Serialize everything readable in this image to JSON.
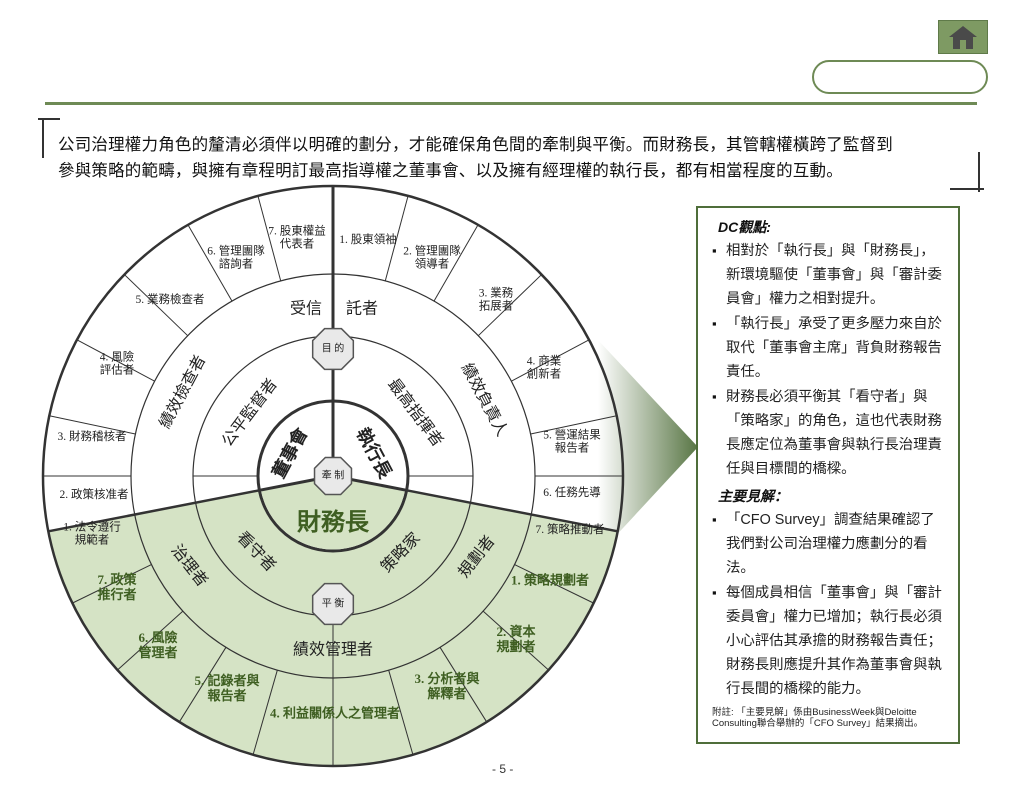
{
  "intro": {
    "line1": "公司治理權力角色的釐清必須伴以明確的劃分，才能確保角色間的牽制與平衡。而財務長，其管轄權橫跨了監督到",
    "line2": "參與策略的範疇，與擁有章程明訂最高指導權之董事會、以及擁有經理權的執行長，都有相當程度的互動。"
  },
  "diagram": {
    "inner": {
      "board": "董事會",
      "ceo": "執行長",
      "cfo": "財務長",
      "center_label": "牽 制"
    },
    "hubs": {
      "top": "目 的",
      "bottom": "平 衡"
    },
    "middle_ring": {
      "fair_supervisor": "公平監督者",
      "top_guide": "最高指揮者",
      "trustee_left": "受信",
      "trustee_right": "託者"
    },
    "outer_ring": {
      "perf_checker": "績效檢查者",
      "perf_owner": "績效負責人",
      "governor": "治理者",
      "gatekeeper": "看守者",
      "strategist": "策略家",
      "planner": "規劃者",
      "perf_manager": "績效管理者"
    },
    "left_roles": [
      "7. 股東權益\n代表者",
      "6. 管理團隊\n諮詢者",
      "5. 業務檢查者",
      "4. 風險\n評估者",
      "3. 財務稽核者",
      "2. 政策核准者",
      "1. 法令遵行\n規範者"
    ],
    "right_roles": [
      "1. 股東領袖",
      "2. 管理團隊\n領導者",
      "3. 業務\n拓展者",
      "4. 商業\n創新者",
      "5. 營運結果\n報告者",
      "6. 任務先導",
      "7. 策略推動者"
    ],
    "cfo_roles": [
      "1. 策略規劃者",
      "2. 資本\n規劃者",
      "3. 分析者與\n解釋者",
      "4. 利益關係人之管理者",
      "5. 記錄者與\n報告者",
      "6. 風險\n管理者",
      "7. 政策\n推行者"
    ]
  },
  "panel": {
    "dc_title": "DC觀點:",
    "dc_items": [
      "相對於「執行長」與「財務長」，新環境驅使「董事會」與「審計委員會」權力之相對提升。",
      "「執行長」承受了更多壓力來自於取代「董事會主席」背負財務報告責任。",
      "財務長必須平衡其「看守者」與「策略家」的角色，這也代表財務長應定位為董事會與執行長治理責任與目標間的橋樑。"
    ],
    "key_title": "主要見解：",
    "key_items": [
      "「CFO Survey」調查結果確認了我們對公司治理權力應劃分的看法。",
      "每個成員相信「董事會」與「審計委員會」權力已增加；執行長必須小心評估其承擔的財務報告責任；財務長則應提升其作為董事會與執行長間的橋樑的能力。"
    ],
    "note": "附註: 「主要見解」係由BusinessWeek與Deloitte Consulting聯合舉辦的「CFO Survey」結果摘出。"
  },
  "page_number": "- 5 -",
  "colors": {
    "accent": "#6e8a55",
    "cfo_fill": "#d5e3c5",
    "cfo_text": "#3f5f22"
  },
  "icons": {
    "home": "home-icon"
  }
}
